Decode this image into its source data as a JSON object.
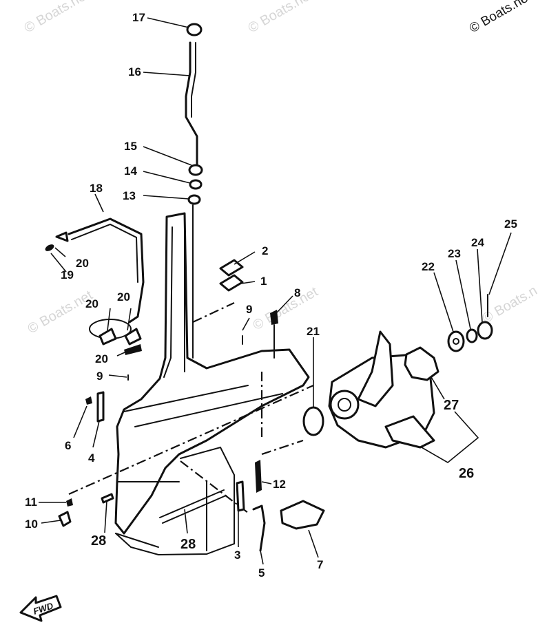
{
  "watermarks": [
    "© Boats.net",
    "© Boats.net",
    "© Boats.net",
    "© Boats.net",
    "© Boats.net",
    "© Boats.n"
  ],
  "watermark_corner": "© Boats.net",
  "fwd_label": "FWD",
  "callouts": {
    "c1": "1",
    "c2": "2",
    "c3": "3",
    "c4": "4",
    "c5": "5",
    "c6": "6",
    "c7": "7",
    "c8": "8",
    "c9a": "9",
    "c9b": "9",
    "c10": "10",
    "c11": "11",
    "c12": "12",
    "c13": "13",
    "c14": "14",
    "c15": "15",
    "c16": "16",
    "c17": "17",
    "c18": "18",
    "c19": "19",
    "c20a": "20",
    "c20b": "20",
    "c20c": "20",
    "c20d": "20",
    "c21": "21",
    "c22": "22",
    "c23": "23",
    "c24": "24",
    "c25": "25",
    "c26": "26",
    "c27": "27",
    "c28a": "28",
    "c28b": "28"
  },
  "colors": {
    "ink": "#111111",
    "watermark": "#d6d6d6",
    "background": "#ffffff"
  }
}
